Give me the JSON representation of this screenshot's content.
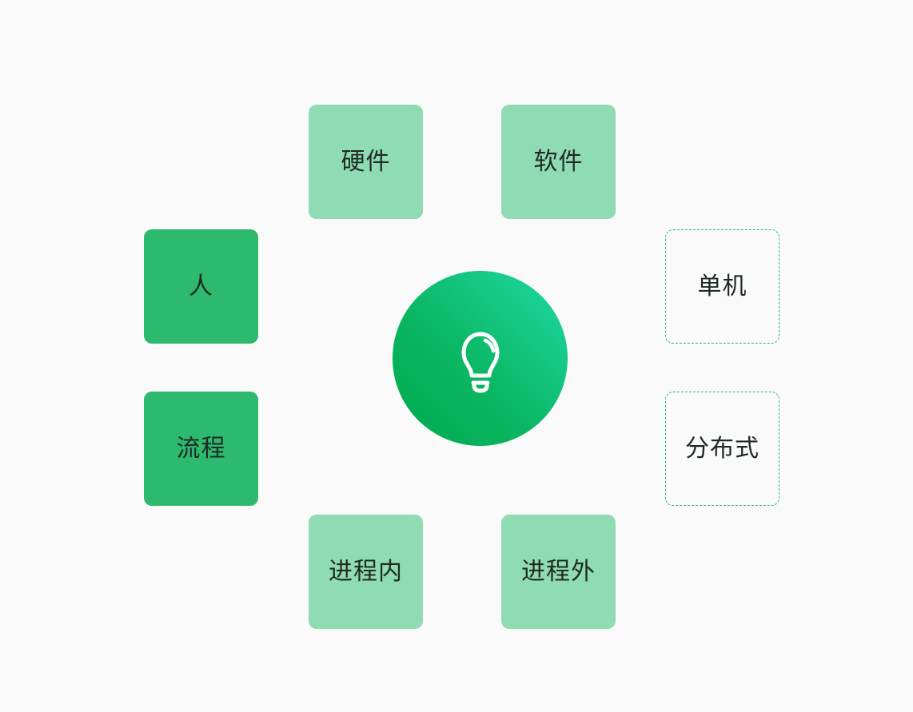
{
  "diagram": {
    "center": {
      "icon": "lightbulb-icon"
    },
    "tiles": {
      "hardware": "硬件",
      "software": "软件",
      "person": "人",
      "process": "流程",
      "single_machine": "单机",
      "distributed": "分布式",
      "in_process": "进程内",
      "out_of_process": "进程外"
    },
    "colors": {
      "light_tile": "#8fdbb3",
      "dark_tile": "#2dba6e",
      "outline": "#2dba6e",
      "hub_gradient_start": "#00a94f",
      "hub_gradient_end": "#1fd9a8",
      "text": "#1f2a24",
      "background": "#fafafa"
    }
  }
}
